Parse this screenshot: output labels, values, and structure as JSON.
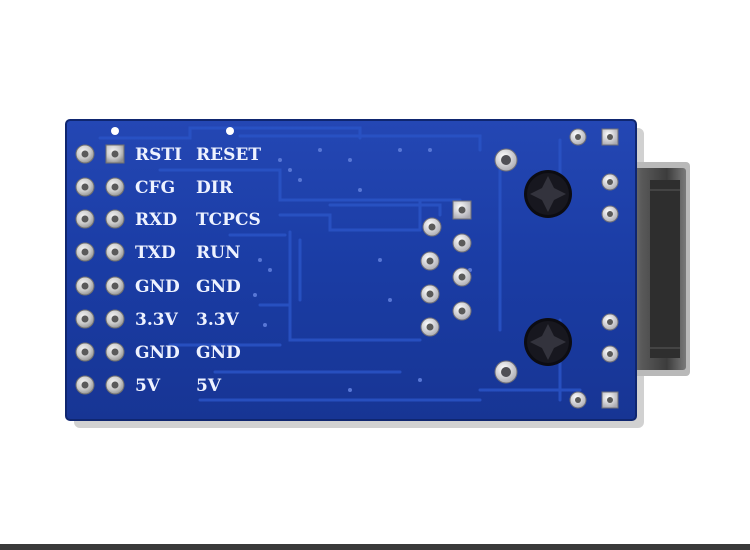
{
  "board": {
    "pcb_color": "#1a3fa8",
    "silkscreen_color": "#eef2ff",
    "left_labels": [
      "RSTI",
      "CFG",
      "RXD",
      "TXD",
      "GND",
      "3.3V",
      "GND",
      "5V"
    ],
    "right_labels": [
      "RESET",
      "DIR",
      "TCPCS",
      "RUN",
      "GND",
      "3.3V",
      "GND",
      "5V"
    ]
  }
}
